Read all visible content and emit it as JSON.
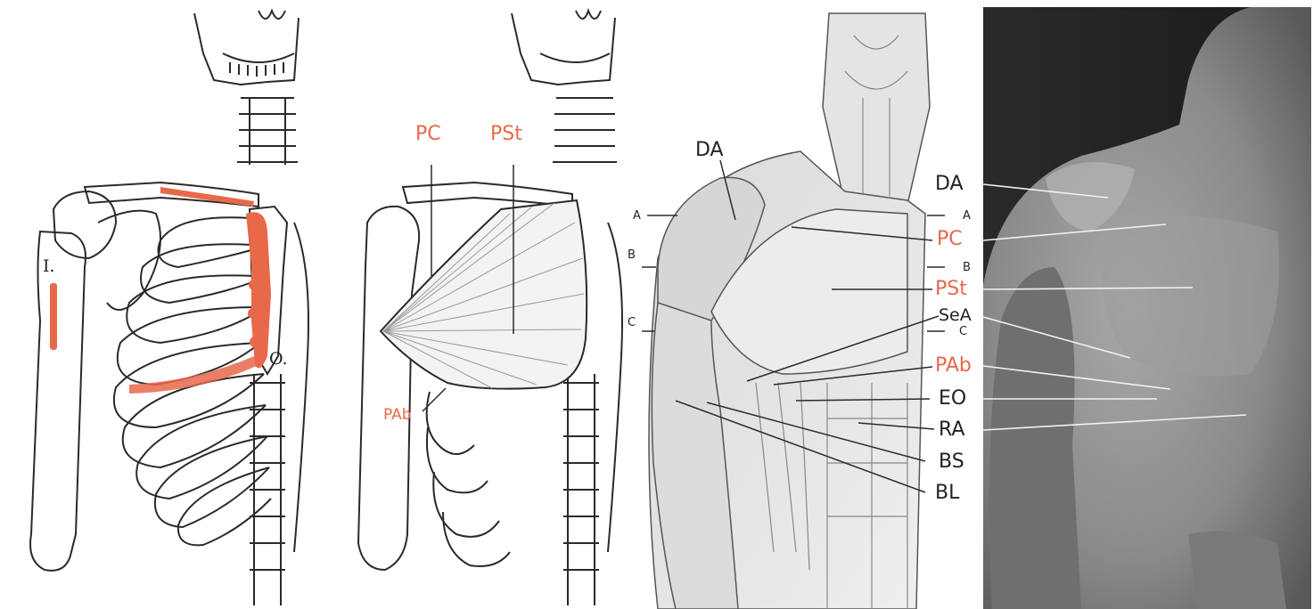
{
  "colors": {
    "accent": "#e8684a",
    "line": "#2a2a2a",
    "bone_fill": "#ffffff",
    "photo_dark": "#1c1c1c",
    "photo_skin": "#8f8f8f"
  },
  "panel1": {
    "insertion_label": "I.",
    "origin_label": "O."
  },
  "panel2": {
    "labels": {
      "pc": "PC",
      "pst": "PSt",
      "pab": "PAb"
    }
  },
  "panel3": {
    "labels": {
      "da": "DA",
      "level_a_left": "A",
      "level_b_left": "B",
      "level_c_left": "C",
      "level_a_right": "A",
      "level_b_right": "B",
      "level_c_right": "C",
      "pc": "PC",
      "pst": "PSt",
      "sea": "SeA",
      "pab": "PAb",
      "eo": "EO",
      "ra": "RA",
      "bs": "BS",
      "bl": "BL"
    }
  }
}
